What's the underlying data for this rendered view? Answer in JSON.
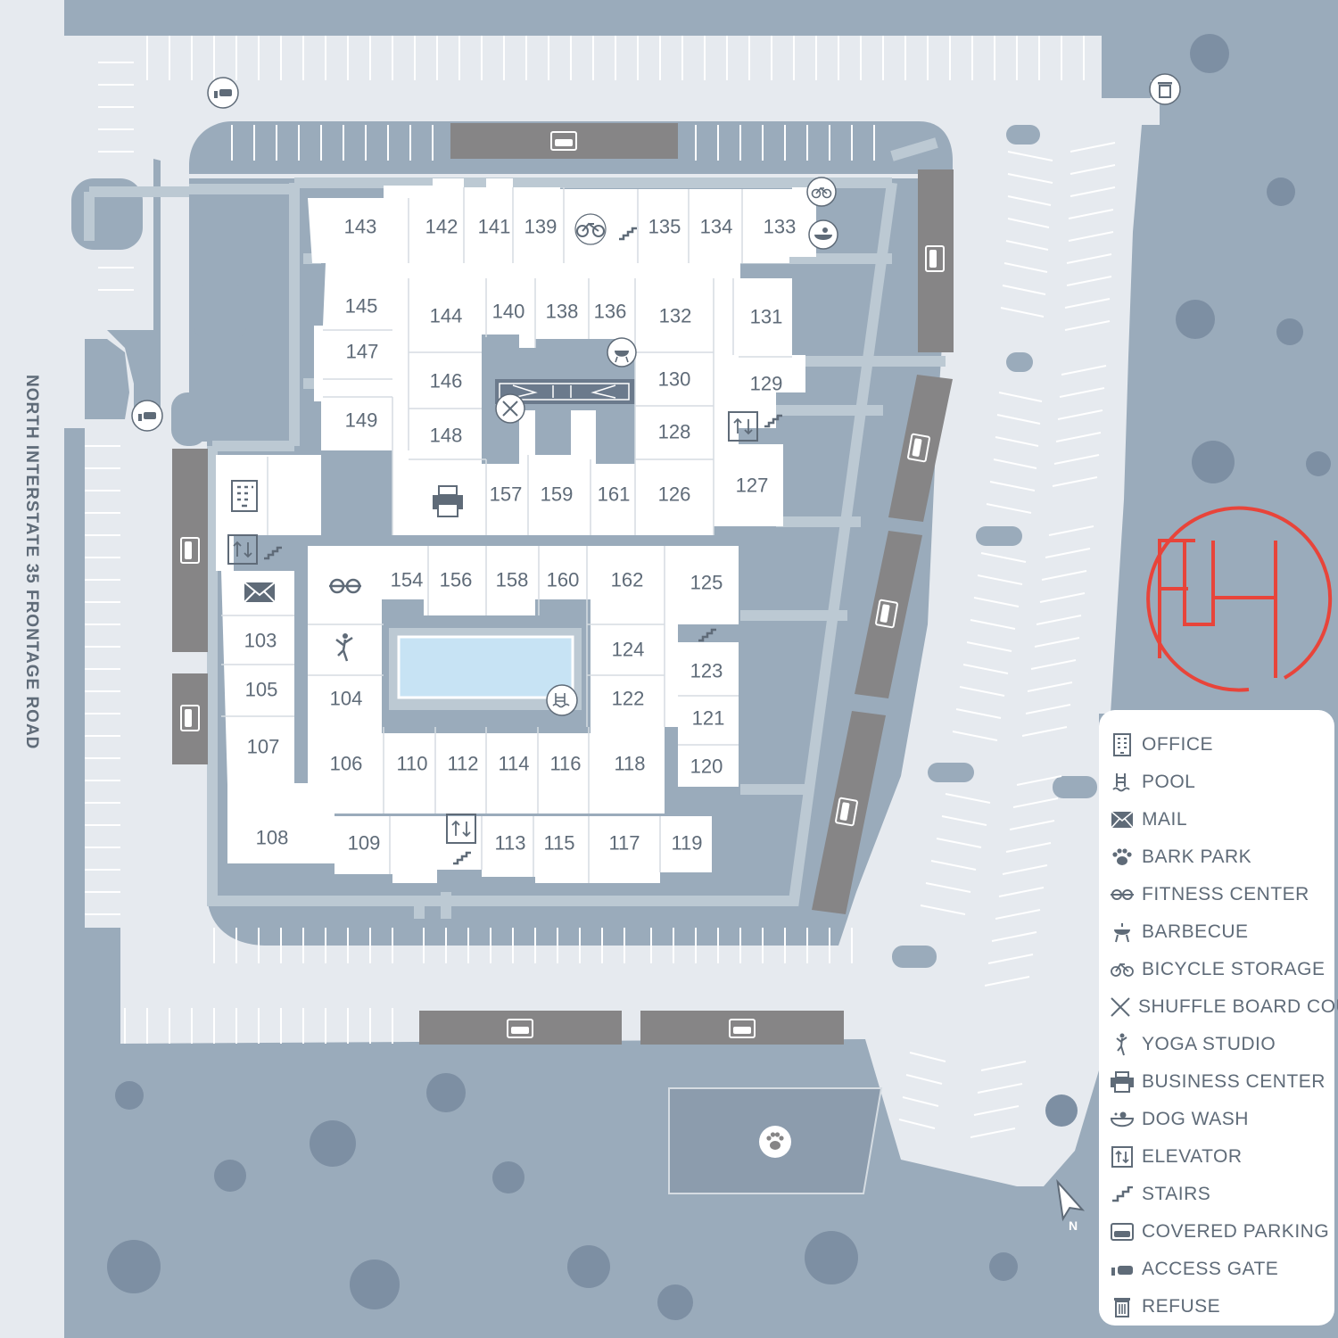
{
  "road": {
    "name": "NORTH INTERSTATE 35 FRONTAGE ROAD"
  },
  "units": [
    {
      "id": "143",
      "label": "143"
    },
    {
      "id": "142",
      "label": "142"
    },
    {
      "id": "141",
      "label": "141"
    },
    {
      "id": "139",
      "label": "139"
    },
    {
      "id": "135",
      "label": "135"
    },
    {
      "id": "134",
      "label": "134"
    },
    {
      "id": "133",
      "label": "133"
    },
    {
      "id": "145",
      "label": "145"
    },
    {
      "id": "147",
      "label": "147"
    },
    {
      "id": "149",
      "label": "149"
    },
    {
      "id": "144",
      "label": "144"
    },
    {
      "id": "140",
      "label": "140"
    },
    {
      "id": "138",
      "label": "138"
    },
    {
      "id": "136",
      "label": "136"
    },
    {
      "id": "132",
      "label": "132"
    },
    {
      "id": "131",
      "label": "131"
    },
    {
      "id": "146",
      "label": "146"
    },
    {
      "id": "130",
      "label": "130"
    },
    {
      "id": "129",
      "label": "129"
    },
    {
      "id": "148",
      "label": "148"
    },
    {
      "id": "128",
      "label": "128"
    },
    {
      "id": "127",
      "label": "127"
    },
    {
      "id": "157",
      "label": "157"
    },
    {
      "id": "159",
      "label": "159"
    },
    {
      "id": "161",
      "label": "161"
    },
    {
      "id": "126",
      "label": "126"
    },
    {
      "id": "154",
      "label": "154"
    },
    {
      "id": "156",
      "label": "156"
    },
    {
      "id": "158",
      "label": "158"
    },
    {
      "id": "160",
      "label": "160"
    },
    {
      "id": "162",
      "label": "162"
    },
    {
      "id": "125",
      "label": "125"
    },
    {
      "id": "103",
      "label": "103"
    },
    {
      "id": "124",
      "label": "124"
    },
    {
      "id": "123",
      "label": "123"
    },
    {
      "id": "105",
      "label": "105"
    },
    {
      "id": "104",
      "label": "104"
    },
    {
      "id": "122",
      "label": "122"
    },
    {
      "id": "121",
      "label": "121"
    },
    {
      "id": "107",
      "label": "107"
    },
    {
      "id": "106",
      "label": "106"
    },
    {
      "id": "110",
      "label": "110"
    },
    {
      "id": "112",
      "label": "112"
    },
    {
      "id": "114",
      "label": "114"
    },
    {
      "id": "116",
      "label": "116"
    },
    {
      "id": "118",
      "label": "118"
    },
    {
      "id": "120",
      "label": "120"
    },
    {
      "id": "108",
      "label": "108"
    },
    {
      "id": "109",
      "label": "109"
    },
    {
      "id": "113",
      "label": "113"
    },
    {
      "id": "115",
      "label": "115"
    },
    {
      "id": "117",
      "label": "117"
    },
    {
      "id": "119",
      "label": "119"
    }
  ],
  "legend": {
    "items": [
      {
        "icon": "office-icon",
        "label": "OFFICE"
      },
      {
        "icon": "pool-icon",
        "label": "POOL"
      },
      {
        "icon": "mail-icon",
        "label": "MAIL"
      },
      {
        "icon": "paw-icon",
        "label": "BARK PARK"
      },
      {
        "icon": "dumbbell-icon",
        "label": "FITNESS CENTER"
      },
      {
        "icon": "grill-icon",
        "label": "BARBECUE"
      },
      {
        "icon": "bicycle-icon",
        "label": "BICYCLE STORAGE"
      },
      {
        "icon": "shuffleboard-icon",
        "label": "SHUFFLE BOARD COURT"
      },
      {
        "icon": "yoga-icon",
        "label": "YOGA STUDIO"
      },
      {
        "icon": "printer-icon",
        "label": "BUSINESS CENTER"
      },
      {
        "icon": "dog-wash-icon",
        "label": "DOG WASH"
      },
      {
        "icon": "elevator-icon",
        "label": "ELEVATOR"
      },
      {
        "icon": "stairs-icon",
        "label": "STAIRS"
      },
      {
        "icon": "covered-parking-icon",
        "label": "COVERED PARKING"
      },
      {
        "icon": "access-gate-icon",
        "label": "ACCESS GATE"
      },
      {
        "icon": "trash-icon",
        "label": "REFUSE"
      }
    ]
  },
  "compass": {
    "label": "N"
  },
  "logo": {
    "text": "FH"
  },
  "colors": {
    "background": "#9aabbb",
    "lot": "#e6eaef",
    "building": "#ffffff",
    "walkway": "#bcc9d3",
    "carport": "#868586",
    "pool": "#c7e3f4",
    "text": "#5f6b78",
    "logo": "#e8443a"
  }
}
